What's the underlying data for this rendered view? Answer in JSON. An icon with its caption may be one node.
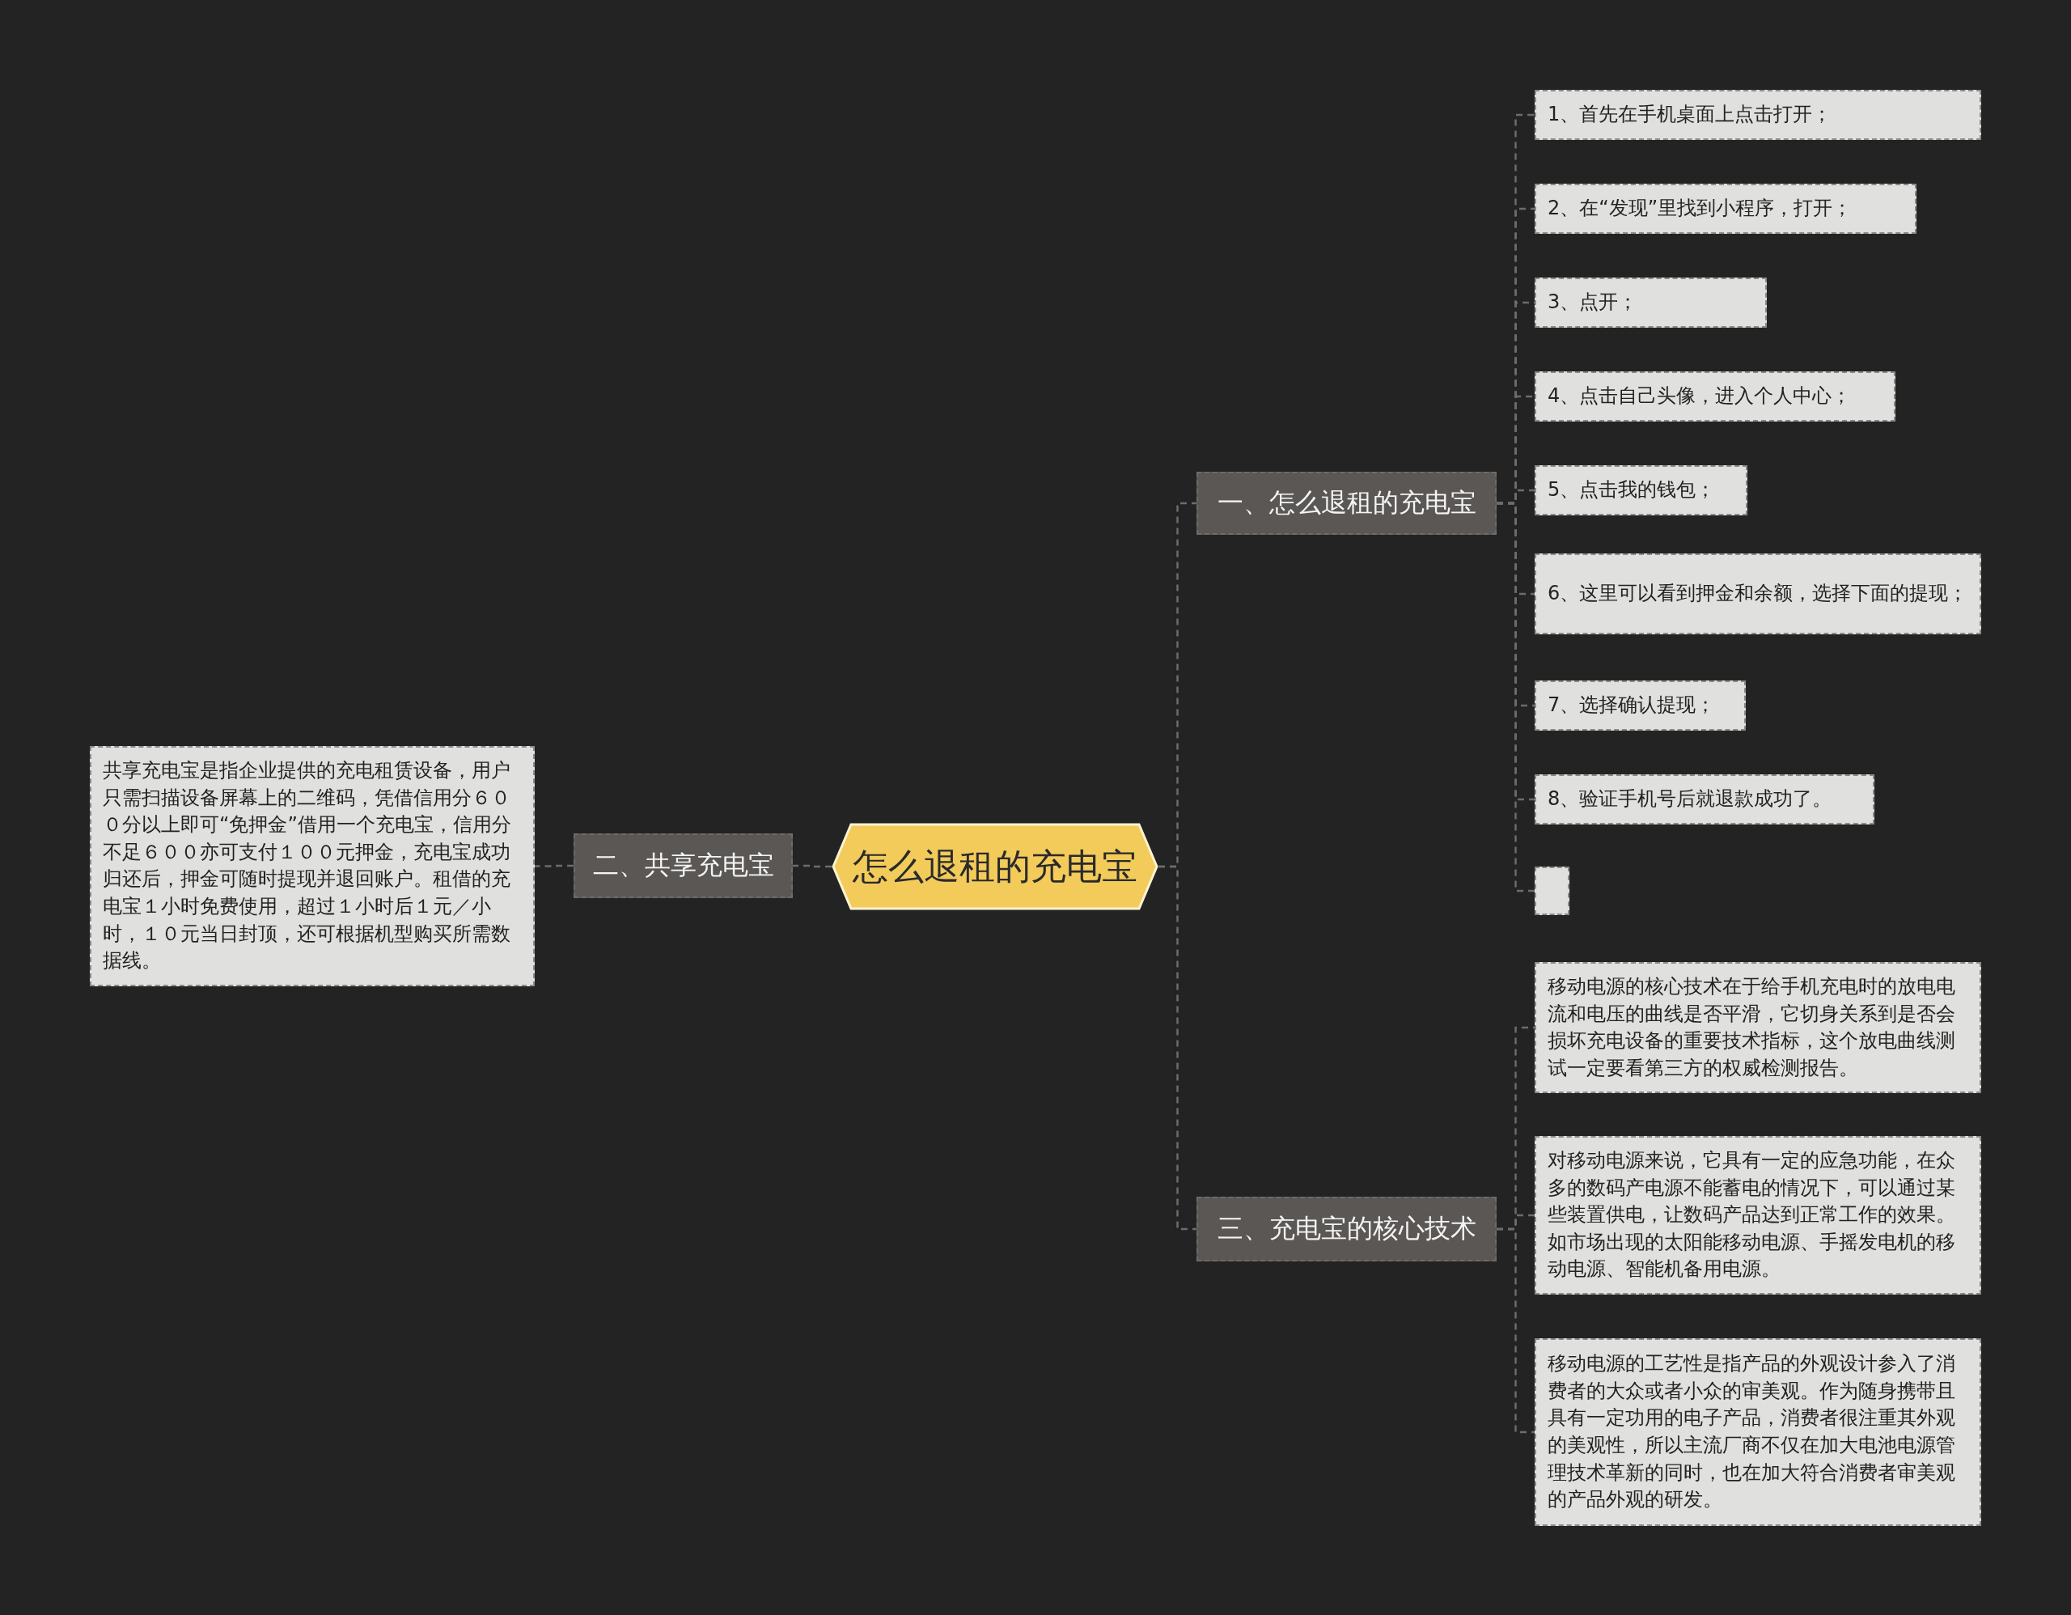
{
  "diagram": {
    "nodes": [
      {
        "text": [
          "怎么退租的充电宝"
        ]
      },
      {
        "text": [
          "一、怎么退租的充电宝"
        ]
      },
      {
        "text": [
          "1、首先在手机桌面上点击打开；"
        ]
      },
      {
        "text": [
          "2、在“发现”里找到小程序，打开；"
        ]
      },
      {
        "text": [
          "3、点开；"
        ]
      },
      {
        "text": [
          "4、点击自己头像，进入个人中心；"
        ]
      },
      {
        "text": [
          "5、点击我的钱包；"
        ]
      },
      {
        "text": [
          "6、这里可以看到押金和余额，选择下面的提现；"
        ]
      },
      {
        "text": [
          "7、选择确认提现；"
        ]
      },
      {
        "text": [
          "8、验证手机号后就退款成功了。"
        ]
      },
      {
        "text": [],
        "shape": "box"
      },
      {
        "text": [
          "二、共享充电宝"
        ]
      },
      {
        "text": [
          "共享充电宝是指企业提供的充电租赁设备，用户只需扫描设备屏幕上的二维码，凭借信用分６００分以上即可“免押金”借用一个充电宝，信用分不足６００亦可支付１００元押金，充电宝成功归还后，押金可随时提现并退回账户。租借的充电宝１小时免费使用，超过１小时后１元／小时，１０元当日封顶，还可根据机型购买所需数据线。"
        ]
      },
      {
        "text": [
          "三、充电宝的核心技术"
        ]
      },
      {
        "text": [
          "移动电源的核心技术在于给手机充电时的放电电流和电压的曲线是否平滑，它切身关系到是否会损坏充电设备的重要技术指标，这个放电曲线测试一定要看第三方的权威检测报告。"
        ]
      },
      {
        "text": [
          "对移动电源来说，它具有一定的应急功能，在众多的数码产电源不能蓄电的情况下，可以通过某些装置供电，让数码产品达到正常工作的效果。如市场出现的太阳能移动电源、手摇发电机的移动电源、智能机备用电源。"
        ]
      },
      {
        "text": [
          "移动电源的工艺性是指产品的外观设计参入了消费者的大众或者小众的审美观。作为随身携带且具有一定功用的电子产品，消费者很注重其外观的美观性，所以主流厂商不仅在加大电池电源管理技术革新的同时，也在加大符合消费者审美观的产品外观的研发。"
        ]
      }
    ],
    "edges": [
      {
        "from": 0,
        "to": 1,
        "arrow": "none"
      },
      {
        "from": 1,
        "to": 2,
        "arrow": "none"
      },
      {
        "from": 1,
        "to": 3,
        "arrow": "none"
      },
      {
        "from": 1,
        "to": 4,
        "arrow": "none"
      },
      {
        "from": 1,
        "to": 5,
        "arrow": "none"
      },
      {
        "from": 1,
        "to": 6,
        "arrow": "none"
      },
      {
        "from": 1,
        "to": 7,
        "arrow": "none"
      },
      {
        "from": 1,
        "to": 8,
        "arrow": "none"
      },
      {
        "from": 1,
        "to": 9,
        "arrow": "none"
      },
      {
        "from": 1,
        "to": 10,
        "arrow": "none"
      },
      {
        "from": 0,
        "to": 11,
        "arrow": "none"
      },
      {
        "from": 11,
        "to": 12,
        "arrow": "none"
      },
      {
        "from": 0,
        "to": 13,
        "arrow": "none"
      },
      {
        "from": 13,
        "to": 14,
        "arrow": "none"
      },
      {
        "from": 13,
        "to": 15,
        "arrow": "none"
      },
      {
        "from": 13,
        "to": 16,
        "arrow": "none"
      }
    ]
  }
}
